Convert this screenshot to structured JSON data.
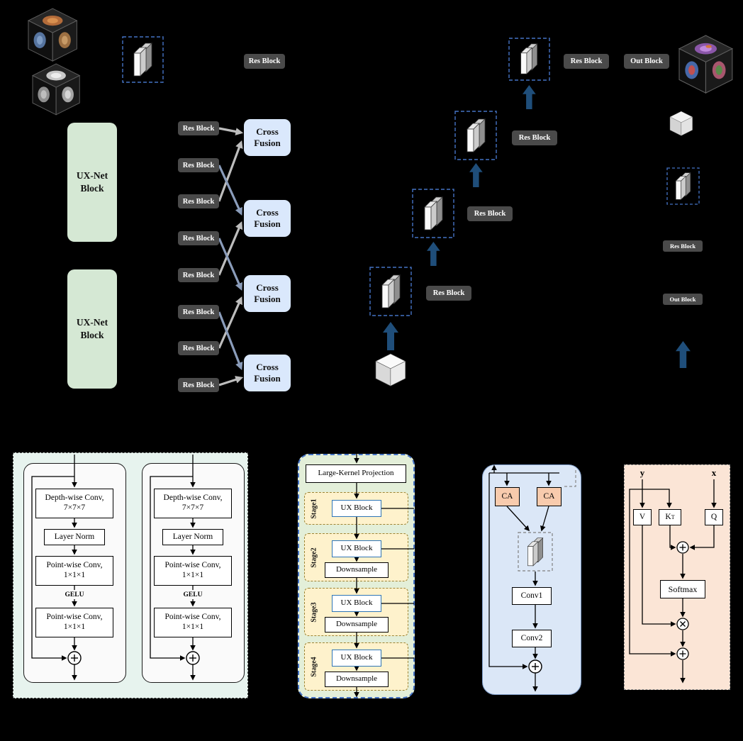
{
  "labels": {
    "res_block": "Res Block",
    "out_block": "Out Block",
    "ux_net_line1": "UX-Net",
    "ux_net_line2": "Block",
    "cross_fusion_line1": "Cross",
    "cross_fusion_line2": "Fusion"
  },
  "ux_block_panel": {
    "depthwise_line1": "Depth-wise Conv,",
    "depthwise_line2": "7×7×7",
    "layer_norm": "Layer Norm",
    "pointwise_line1": "Point-wise Conv,",
    "pointwise_line2": "1×1×1",
    "gelu": "GELU"
  },
  "encoder_panel": {
    "large_kernel_projection": "Large-Kernel Projection",
    "stage1": "Stage1",
    "stage2": "Stage2",
    "stage3": "Stage3",
    "stage4": "Stage4",
    "ux_block": "UX Block",
    "downsample": "Downsample"
  },
  "cross_fusion_panel": {
    "ca": "CA",
    "conv1": "Conv1",
    "conv2": "Conv2"
  },
  "cross_attention_panel": {
    "input_y": "y",
    "input_x": "x",
    "value": "V",
    "key": "K",
    "key_sup": "T",
    "query": "Q",
    "softmax": "Softmax"
  },
  "colors": {
    "background": "#000000",
    "res_block_bg": "#4a4a4a",
    "ux_net_bg": "#d5e8d4",
    "cross_fusion_bg": "#dae8fc",
    "upsample_arrow": "#1f4e7a",
    "feature_box_dash": "#4472c4",
    "panel_ux_block_bg": "#e7f3ee",
    "panel_encoder_bg": "#e3efd9",
    "panel_cross_fusion_bg": "#dbe7f7",
    "panel_cross_attention_bg": "#fbe5d6",
    "ca_box_bg": "#f8cbad",
    "stage_bg": "#fef2cc"
  }
}
